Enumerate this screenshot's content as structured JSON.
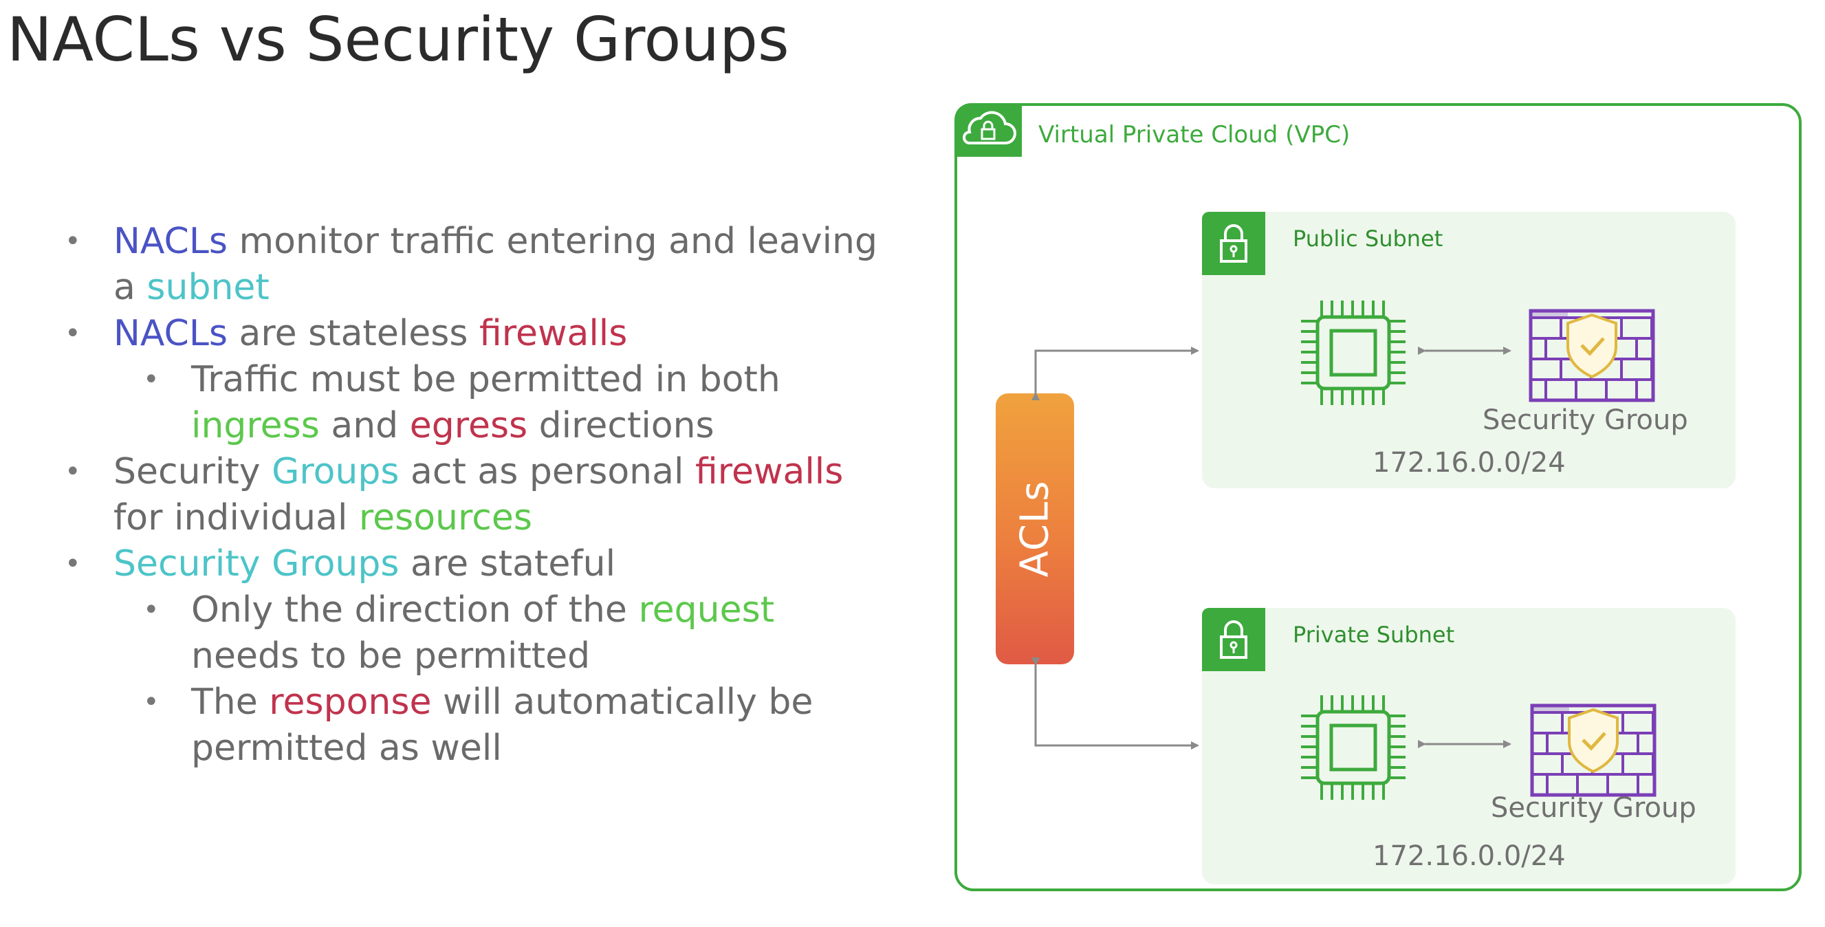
{
  "title": "NACLs vs Security Groups",
  "bullets": [
    {
      "level": 1,
      "lines": [
        [
          {
            "t": "NACLs",
            "c": "blue"
          },
          {
            "t": " monitor traffic entering and leaving"
          }
        ],
        [
          {
            "t": "a "
          },
          {
            "t": "subnet",
            "c": "cyan"
          }
        ]
      ]
    },
    {
      "level": 1,
      "lines": [
        [
          {
            "t": "NACLs",
            "c": "blue"
          },
          {
            "t": " are stateless "
          },
          {
            "t": "firewalls",
            "c": "red"
          }
        ]
      ]
    },
    {
      "level": 2,
      "lines": [
        [
          {
            "t": "Traffic must be permitted in both"
          }
        ],
        [
          {
            "t": "ingress",
            "c": "green"
          },
          {
            "t": " and "
          },
          {
            "t": "egress",
            "c": "red"
          },
          {
            "t": " directions"
          }
        ]
      ]
    },
    {
      "level": 1,
      "lines": [
        [
          {
            "t": "Security "
          },
          {
            "t": "Groups",
            "c": "cyan"
          },
          {
            "t": " act as personal "
          },
          {
            "t": "firewalls",
            "c": "red"
          }
        ],
        [
          {
            "t": "for individual "
          },
          {
            "t": "resources",
            "c": "green"
          }
        ]
      ]
    },
    {
      "level": 1,
      "lines": [
        [
          {
            "t": "Security Groups",
            "c": "cyan"
          },
          {
            "t": " are stateful"
          }
        ]
      ]
    },
    {
      "level": 2,
      "lines": [
        [
          {
            "t": "Only the direction of the "
          },
          {
            "t": "request",
            "c": "green"
          }
        ],
        [
          {
            "t": "needs to be permitted"
          }
        ]
      ]
    },
    {
      "level": 2,
      "lines": [
        [
          {
            "t": "The "
          },
          {
            "t": "response",
            "c": "red"
          },
          {
            "t": " will automatically be"
          }
        ],
        [
          {
            "t": "permitted as well"
          }
        ]
      ]
    }
  ],
  "colors": {
    "blue": "#4a53c4",
    "cyan": "#4dc4c8",
    "red": "#c0334d",
    "green": "#5cc84c",
    "aws_green": "#3daa3d",
    "sg_purple": "#7b3fb6",
    "shield_gold": "#e0b840"
  },
  "diagram": {
    "vpc_label": "Virtual Private Cloud (VPC)",
    "acl_label": "ACLs",
    "public_subnet": {
      "label": "Public Subnet",
      "sg_label": "Security Group",
      "cidr": "172.16.0.0/24"
    },
    "private_subnet": {
      "label": "Private Subnet",
      "sg_label": "Security Group",
      "cidr": "172.16.0.0/24"
    },
    "icons": [
      "vpc-cloud-lock-icon",
      "subnet-lock-icon",
      "ec2-chip-icon",
      "security-group-firewall-icon"
    ]
  }
}
